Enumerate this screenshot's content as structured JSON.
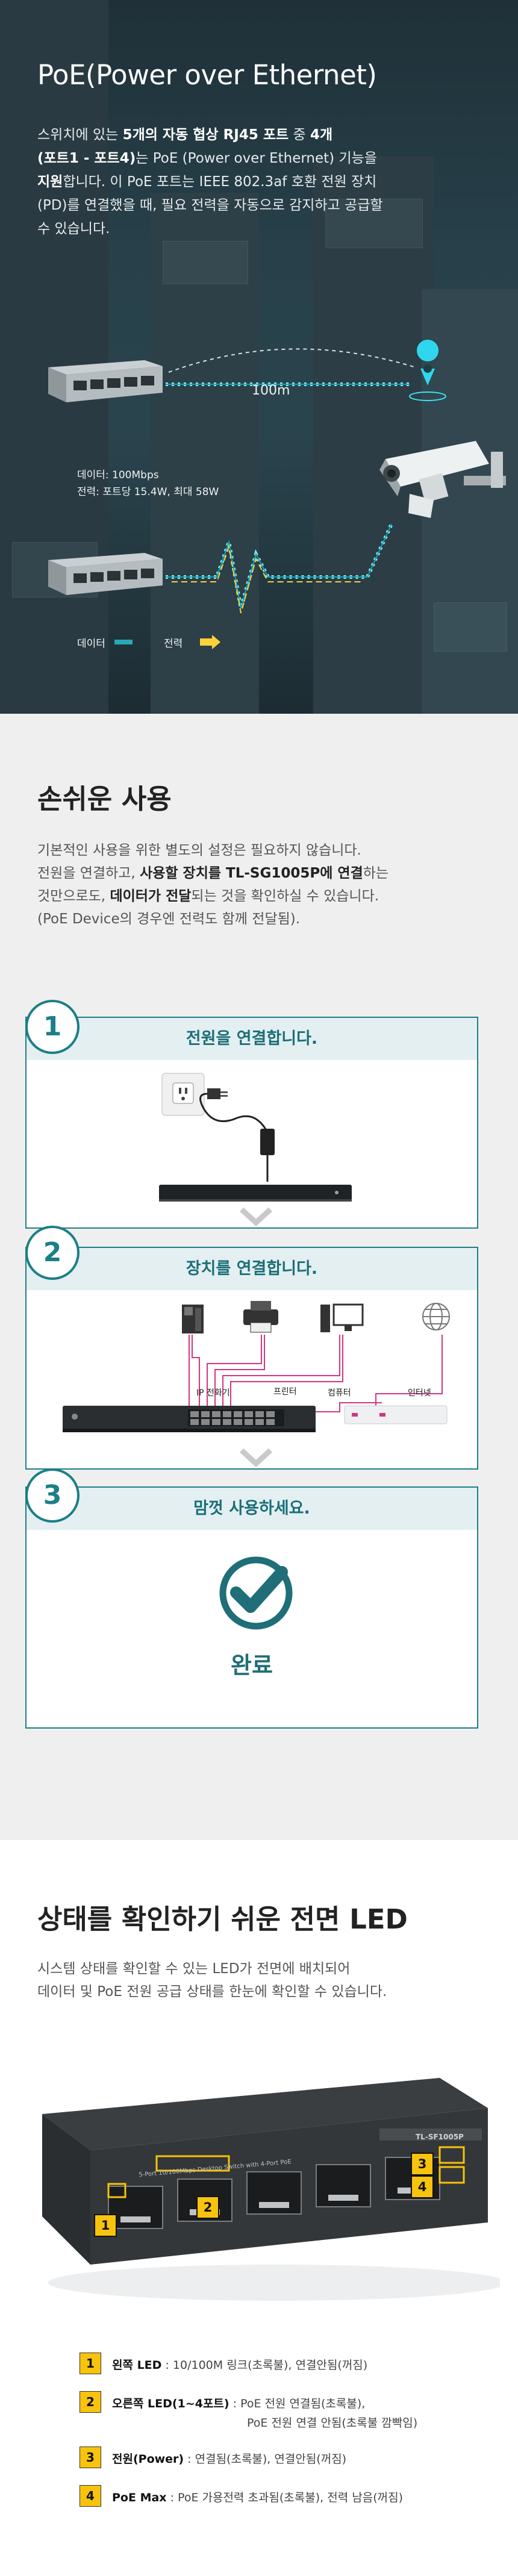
{
  "poe": {
    "title": "PoE(Power over Ethernet)",
    "desc_line1_a": "스위치에 있는 ",
    "desc_line1_b": "5개의 자동 협상 RJ45 포트",
    "desc_line1_c": " 중 ",
    "desc_line1_d": "4개",
    "desc_line2_a": "(포트1 - 포트4)",
    "desc_line2_b": "는 PoE (Power over Ethernet) 기능을",
    "desc_line3_a": "지원",
    "desc_line3_b": "합니다. 이 PoE 포트는 IEEE 802.3af 호환 전원 장치",
    "desc_line4": "(PD)를 연결했을 때, 필요 전력을 자동으로 감지하고 공급할",
    "desc_line5": "수 있습니다.",
    "distance": "100m",
    "data_info": "데이터: 100Mbps",
    "power_info": "전력: 포트당 15.4W, 최대 58W",
    "legend_data": "데이터",
    "legend_power": "전력"
  },
  "easy": {
    "title": "손쉬운 사용",
    "desc_line1": "기본적인 사용을 위한 별도의 설정은 필요하지 않습니다.",
    "desc_line2_a": "전원을 연결하고, ",
    "desc_line2_b": "사용할 장치를 TL-SG1005P에 연결",
    "desc_line2_c": "하는",
    "desc_line3_a": "것만으로도, ",
    "desc_line3_b": "데이터가 전달",
    "desc_line3_c": "되는 것을 확인하실 수 있습니다.",
    "desc_line4": "(PoE Device의 경우엔 전력도 함께 전달됨).",
    "steps": [
      {
        "num": "1",
        "title": "전원을 연결합니다."
      },
      {
        "num": "2",
        "title": "장치를 연결합니다."
      },
      {
        "num": "3",
        "title": "맘껏 사용하세요."
      }
    ],
    "device_labels": {
      "ip_phone": "IP 전화기",
      "printer": "프린터",
      "computer": "컴퓨터",
      "internet": "인터넷"
    },
    "done_label": "완료"
  },
  "led": {
    "title": "상태를 확인하기 쉬운 전면 LED",
    "desc_line1": "시스템 상태를 확인할 수 있는 LED가 전면에 배치되어",
    "desc_line2": "데이터 및 PoE 전원 공급 상태를 한눈에 확인할 수 있습니다.",
    "model": "TL-SF1005P",
    "front_text": "5-Port 10/100Mbps Desktop Switch with 4-Port PoE",
    "badges": [
      "1",
      "2",
      "3",
      "4"
    ],
    "items": [
      {
        "num": "1",
        "name": "왼쪽 LED",
        "text": " : 10/100M 링크(초록불), 연결안됨(꺼짐)"
      },
      {
        "num": "2",
        "name": "오른쪽 LED(1~4포트)",
        "text": " : PoE 전원 연결됨(초록불),",
        "text2": "PoE 전원 연결 안됨(초록불 깜빡임)"
      },
      {
        "num": "3",
        "name": "전원(Power)",
        "text": " : 연결됨(초록불), 연결안됨(꺼짐)"
      },
      {
        "num": "4",
        "name": "PoE Max",
        "text": " : PoE 가용전력 초과됨(초록불), 전력 남음(꺼짐)"
      }
    ]
  }
}
